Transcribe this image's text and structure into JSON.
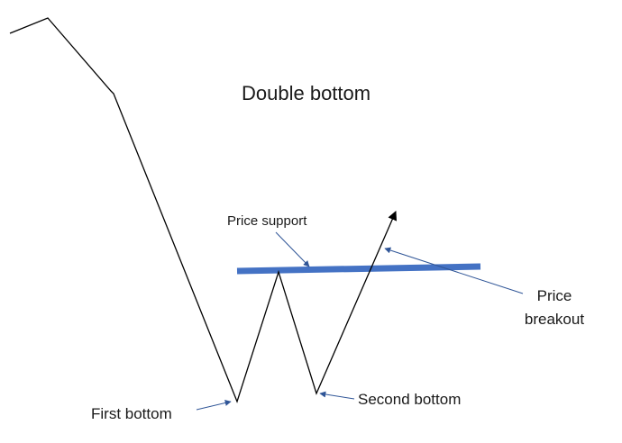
{
  "title": "Double bottom",
  "labels": {
    "price_support": "Price support",
    "price_breakout_line1": "Price",
    "price_breakout_line2": "breakout",
    "first_bottom": "First bottom",
    "second_bottom": "Second bottom"
  },
  "colors": {
    "price_line": "#000000",
    "support_line": "#4472c4",
    "annotation_arrow": "#2f5597",
    "text": "#1a1a1a"
  }
}
